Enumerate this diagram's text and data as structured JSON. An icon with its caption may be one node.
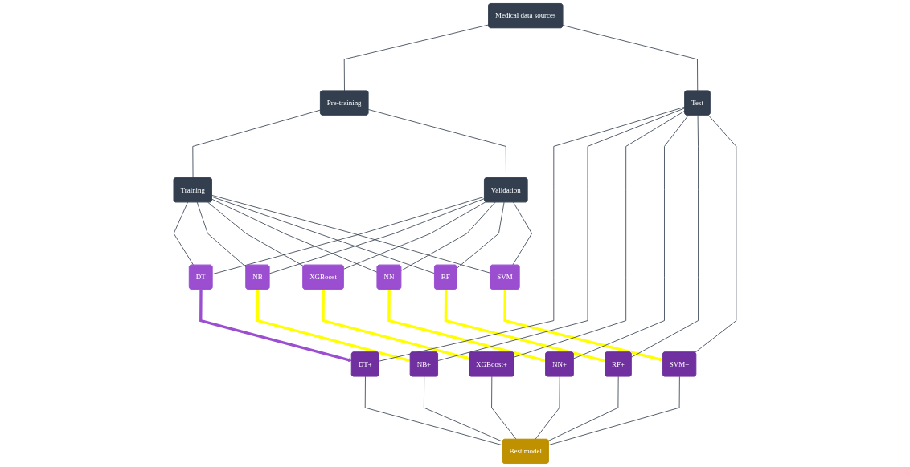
{
  "diagram": {
    "nodes": [
      {
        "text": [
          "Medical data sources"
        ]
      },
      {
        "text": [
          "Pre-training"
        ]
      },
      {
        "text": [
          "Test"
        ]
      },
      {
        "text": [
          "Training"
        ]
      },
      {
        "text": [
          "Validation"
        ]
      },
      {
        "text": [
          "DT"
        ]
      },
      {
        "text": [
          "NB"
        ]
      },
      {
        "text": [
          "XGBoost"
        ]
      },
      {
        "text": [
          "NN"
        ]
      },
      {
        "text": [
          "RF"
        ]
      },
      {
        "text": [
          "SVM"
        ]
      },
      {
        "text": [
          "DT+"
        ]
      },
      {
        "text": [
          "NB+"
        ]
      },
      {
        "text": [
          "XGBoost+"
        ]
      },
      {
        "text": [
          "NN+"
        ]
      },
      {
        "text": [
          "RF+"
        ]
      },
      {
        "text": [
          "SVM+"
        ]
      },
      {
        "text": [
          "Best model"
        ]
      }
    ],
    "edges": [
      {
        "from": 0,
        "to": 1,
        "arrow": "none"
      },
      {
        "from": 0,
        "to": 2,
        "arrow": "none"
      },
      {
        "from": 1,
        "to": 3,
        "arrow": "none"
      },
      {
        "from": 1,
        "to": 4,
        "arrow": "none"
      },
      {
        "from": 3,
        "to": 5,
        "arrow": "none"
      },
      {
        "from": 3,
        "to": 6,
        "arrow": "none"
      },
      {
        "from": 3,
        "to": 7,
        "arrow": "none"
      },
      {
        "from": 3,
        "to": 8,
        "arrow": "none"
      },
      {
        "from": 3,
        "to": 9,
        "arrow": "none"
      },
      {
        "from": 3,
        "to": 10,
        "arrow": "none"
      },
      {
        "from": 4,
        "to": 5,
        "arrow": "none"
      },
      {
        "from": 4,
        "to": 6,
        "arrow": "none"
      },
      {
        "from": 4,
        "to": 7,
        "arrow": "none"
      },
      {
        "from": 4,
        "to": 8,
        "arrow": "none"
      },
      {
        "from": 4,
        "to": 9,
        "arrow": "none"
      },
      {
        "from": 4,
        "to": 10,
        "arrow": "none"
      },
      {
        "from": 5,
        "to": 11,
        "arrow": "to",
        "style": "thick",
        "color": "#9b4fd0"
      },
      {
        "from": 6,
        "to": 12,
        "arrow": "to",
        "style": "thick",
        "color": "#ffff00"
      },
      {
        "from": 7,
        "to": 13,
        "arrow": "to",
        "style": "thick",
        "color": "#ffff00"
      },
      {
        "from": 8,
        "to": 14,
        "arrow": "to",
        "style": "thick",
        "color": "#ffff00"
      },
      {
        "from": 9,
        "to": 15,
        "arrow": "to",
        "style": "thick",
        "color": "#ffff00"
      },
      {
        "from": 10,
        "to": 16,
        "arrow": "to",
        "style": "thick",
        "color": "#ffff00"
      },
      {
        "from": 2,
        "to": 11,
        "arrow": "none"
      },
      {
        "from": 2,
        "to": 12,
        "arrow": "none"
      },
      {
        "from": 2,
        "to": 13,
        "arrow": "none"
      },
      {
        "from": 2,
        "to": 14,
        "arrow": "none"
      },
      {
        "from": 2,
        "to": 15,
        "arrow": "none"
      },
      {
        "from": 2,
        "to": 16,
        "arrow": "none"
      },
      {
        "from": 11,
        "to": 17,
        "arrow": "none"
      },
      {
        "from": 12,
        "to": 17,
        "arrow": "none"
      },
      {
        "from": 13,
        "to": 17,
        "arrow": "none"
      },
      {
        "from": 14,
        "to": 17,
        "arrow": "none"
      },
      {
        "from": 15,
        "to": 17,
        "arrow": "none"
      },
      {
        "from": 16,
        "to": 17,
        "arrow": "none"
      }
    ]
  }
}
